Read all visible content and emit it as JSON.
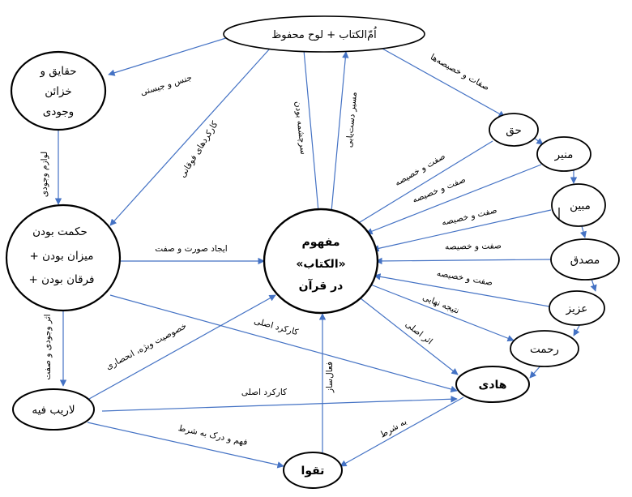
{
  "nodes": {
    "umm": {
      "label": "اُمّ‌الکتاب + لوح محفوظ"
    },
    "haqaiq": {
      "lines": [
        "حقایق و",
        "خزائن",
        "وجودی"
      ]
    },
    "hikmat": {
      "lines": [
        "حکمت بودن",
        "+ میزان بودن",
        "+ فرقان بودن"
      ]
    },
    "lareib": {
      "label": "لاریب فیه"
    },
    "center": {
      "lines": [
        "مفهوم",
        "«الکتاب»",
        "در قرآن"
      ]
    },
    "taqwa": {
      "label": "تقوا"
    },
    "haqq": {
      "label": "حق"
    },
    "munir": {
      "label": "منیر"
    },
    "mubin": {
      "label": "مبین"
    },
    "musaddiq": {
      "label": "مصدق"
    },
    "aziz": {
      "label": "عزیز"
    },
    "rahmat": {
      "label": "رحمت"
    },
    "hadi": {
      "label": "هادی"
    }
  },
  "edges": {
    "jins": "جنس و جیستی",
    "lawazim": "لوازم وجودی",
    "karkard_foqani": "کارکردهای فوقانی",
    "sarcheshme": "سرچشمه بودن",
    "masir": "مسیر دست‌یابی",
    "sefat_main": "صفات و خصیصه‌ها",
    "haqq_sefat": "صفت و خصیصه",
    "munir_sefat": "صفت و خصیصه",
    "mubin_sefat": "صفت و خصیصه",
    "musaddiq_sefat": "صفت و خصیصه",
    "aziz_sefat": "صفت و خصیصه",
    "ijad": "ایجاد صورت و صفت",
    "asar_vojoodi": "اثر وجودی و صفت",
    "khosoosiat": "خصوصیت ویژه، انحصاری",
    "karkard_asli_1": "کارکرد اصلی",
    "karkard_asli_2": "کارکرد اصلی",
    "fahm": "فهم و درک به شرط",
    "natije": "نتیجه نهایی",
    "asar_asli": "اثر اصلی",
    "be_shart": "به شرط",
    "fa_al_saz": "فعال‌ساز"
  }
}
